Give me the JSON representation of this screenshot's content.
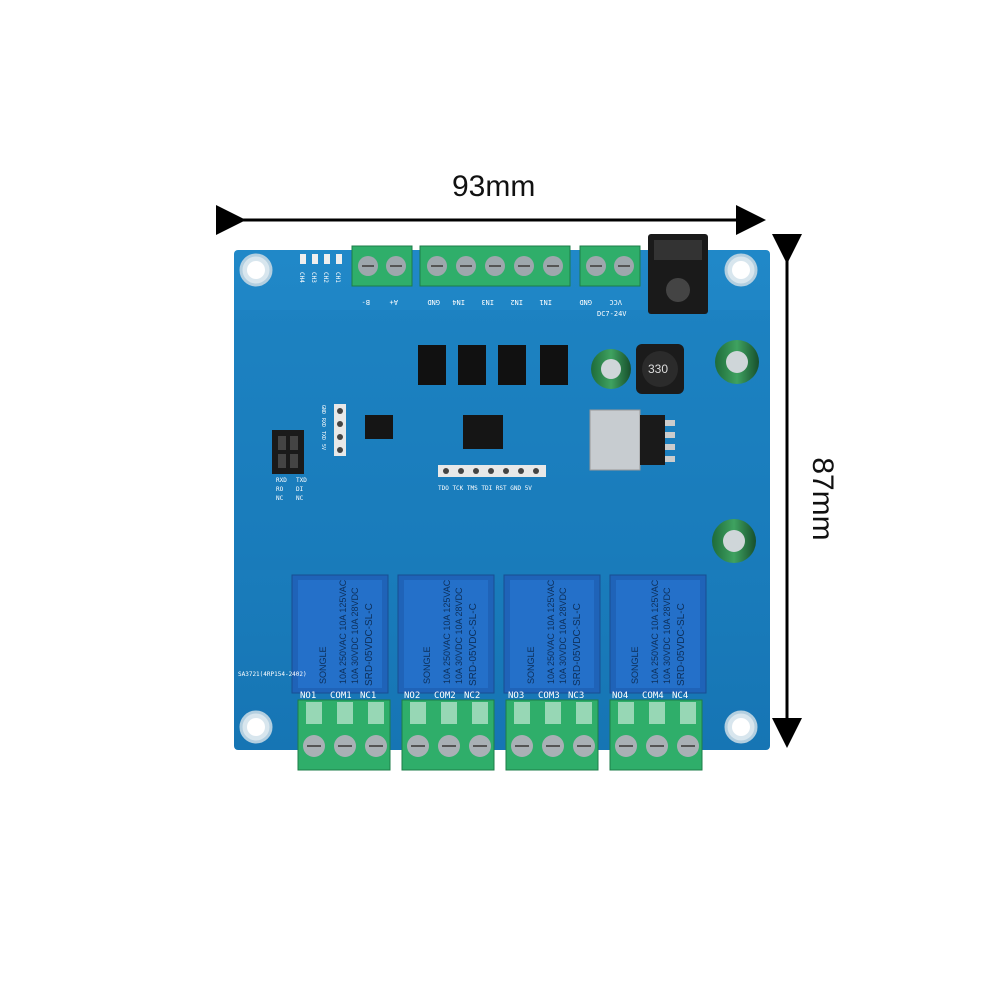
{
  "dimensions": {
    "width_label": "93mm",
    "height_label": "87mm"
  },
  "board": {
    "top_terminal_labels": [
      "B-",
      "A+",
      "GND",
      "IN4",
      "IN3",
      "IN2",
      "IN1",
      "GND",
      "VCC"
    ],
    "channel_leds": [
      "CH4",
      "CH3",
      "CH2",
      "CH1"
    ],
    "power_label": "DC7-24V",
    "inductor_marking": "330",
    "header_p1_pins": "TDO TCK TMS TDI RST GND 5V",
    "header_p2_pins": [
      "GND",
      "RXD",
      "TXD",
      "5V"
    ],
    "jumper_labels": [
      "RXD",
      "TXD",
      "RO",
      "DI",
      "NC",
      "NC"
    ],
    "board_code": "SA3721(4RP154-2402)",
    "relay_bottom_labels": [
      [
        "NO1",
        "COM1",
        "NC1"
      ],
      [
        "NO2",
        "COM2",
        "NC2"
      ],
      [
        "NO3",
        "COM3",
        "NC3"
      ],
      [
        "NO4",
        "COM4",
        "NC4"
      ]
    ],
    "relay": {
      "brand": "SONGLE",
      "model": "SRD-05VDC-SL-C",
      "rating_line1": "10A 250VAC  10A 125VAC",
      "rating_line2": "10A 30VDC  10A 28VDC"
    }
  },
  "colors": {
    "pcb": "#1a7fc1",
    "terminal": "#2fae6a",
    "relay": "#1f63b8",
    "arrow": "#000000"
  }
}
